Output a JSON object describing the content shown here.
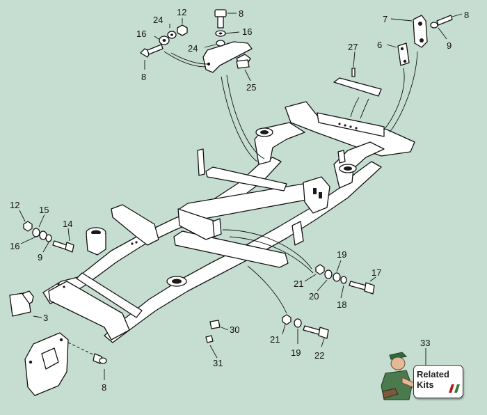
{
  "callouts": [
    {
      "id": "c-8a",
      "label": "8"
    },
    {
      "id": "c-12a",
      "label": "12"
    },
    {
      "id": "c-24a",
      "label": "24"
    },
    {
      "id": "c-16a",
      "label": "16"
    },
    {
      "id": "c-8b",
      "label": "8"
    },
    {
      "id": "c-16b",
      "label": "16"
    },
    {
      "id": "c-24b",
      "label": "24"
    },
    {
      "id": "c-25",
      "label": "25"
    },
    {
      "id": "c-7",
      "label": "7"
    },
    {
      "id": "c-8c",
      "label": "8"
    },
    {
      "id": "c-6",
      "label": "6"
    },
    {
      "id": "c-9a",
      "label": "9"
    },
    {
      "id": "c-27",
      "label": "27"
    },
    {
      "id": "c-12b",
      "label": "12"
    },
    {
      "id": "c-15",
      "label": "15"
    },
    {
      "id": "c-14",
      "label": "14"
    },
    {
      "id": "c-16c",
      "label": "16"
    },
    {
      "id": "c-9b",
      "label": "9"
    },
    {
      "id": "c-3",
      "label": "3"
    },
    {
      "id": "c-8d",
      "label": "8"
    },
    {
      "id": "c-19a",
      "label": "19"
    },
    {
      "id": "c-17",
      "label": "17"
    },
    {
      "id": "c-21a",
      "label": "21"
    },
    {
      "id": "c-20",
      "label": "20"
    },
    {
      "id": "c-18",
      "label": "18"
    },
    {
      "id": "c-30",
      "label": "30"
    },
    {
      "id": "c-31",
      "label": "31"
    },
    {
      "id": "c-21b",
      "label": "21"
    },
    {
      "id": "c-19b",
      "label": "19"
    },
    {
      "id": "c-22",
      "label": "22"
    },
    {
      "id": "c-33",
      "label": "33"
    }
  ],
  "related_kits": {
    "line1": "Related",
    "line2": "Kits",
    "stripe_colors": [
      "#b11d1d",
      "#2e7d32"
    ]
  },
  "colors": {
    "background": "#c6ddd2",
    "ink": "#111111",
    "part_fill": "#ffffff"
  }
}
